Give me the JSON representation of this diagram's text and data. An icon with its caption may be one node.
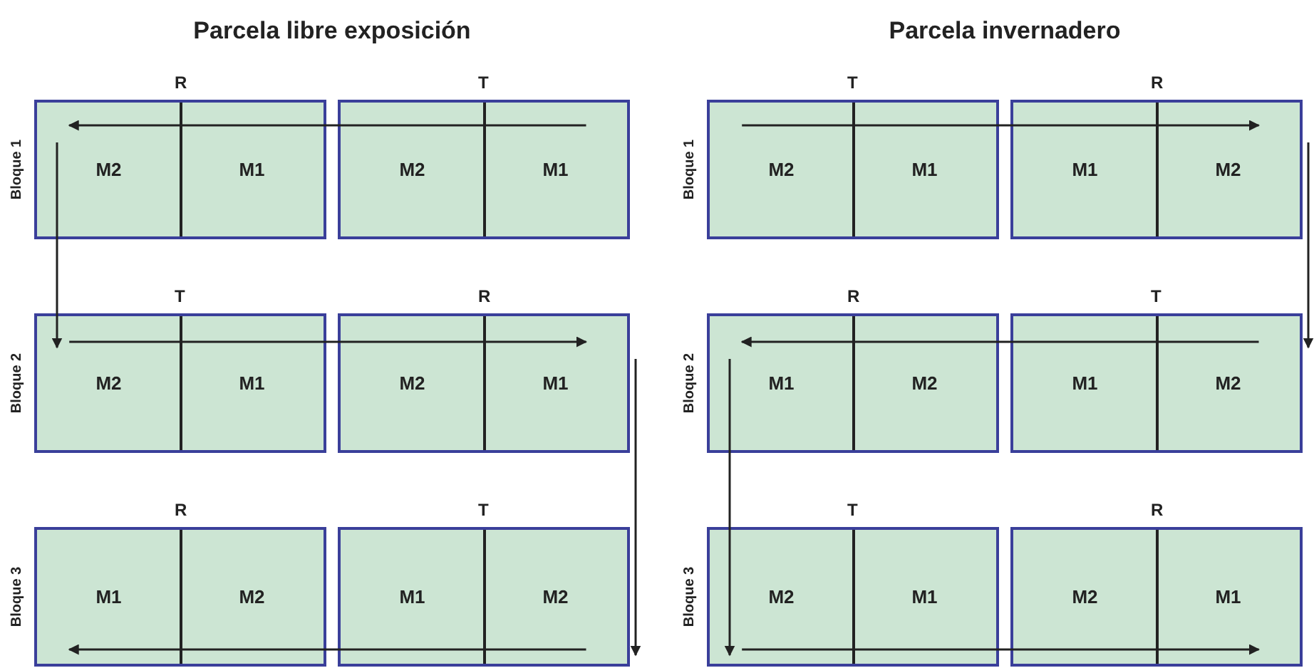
{
  "diagram": {
    "nodes": [
      {
        "text": [
          "R",
          "M2",
          "M1"
        ]
      },
      {
        "text": [
          "T",
          "M2",
          "M1"
        ]
      },
      {
        "text": [
          "T",
          "M2",
          "M1"
        ]
      },
      {
        "text": [
          "R",
          "M2",
          "M1"
        ]
      },
      {
        "text": [
          "R",
          "M1",
          "M2"
        ]
      },
      {
        "text": [
          "T",
          "M1",
          "M2"
        ]
      },
      {
        "text": [
          "T",
          "M2",
          "M1"
        ]
      },
      {
        "text": [
          "R",
          "M1",
          "M2"
        ]
      },
      {
        "text": [
          "R",
          "M1",
          "M2"
        ]
      },
      {
        "text": [
          "T",
          "M1",
          "M2"
        ]
      },
      {
        "text": [
          "T",
          "M2",
          "M1"
        ]
      },
      {
        "text": [
          "R",
          "M2",
          "M1"
        ]
      }
    ],
    "edges": [
      {
        "from": 1,
        "to": 0,
        "arrow": "to"
      },
      {
        "from": 0,
        "to": 2,
        "arrow": "to"
      },
      {
        "from": 2,
        "to": 3,
        "arrow": "to"
      },
      {
        "from": 3,
        "to": 5,
        "arrow": "to"
      },
      {
        "from": 5,
        "to": 4,
        "arrow": "to"
      },
      {
        "from": 6,
        "to": 7,
        "arrow": "to"
      },
      {
        "from": 7,
        "to": 9,
        "arrow": "to"
      },
      {
        "from": 9,
        "to": 8,
        "arrow": "to"
      },
      {
        "from": 8,
        "to": 10,
        "arrow": "to"
      },
      {
        "from": 10,
        "to": 11,
        "arrow": "to"
      }
    ],
    "labels": [
      "Parcela libre exposición",
      "Parcela invernadero",
      "Bloque 1",
      "Bloque 1",
      "Bloque 2",
      "Bloque 2",
      "Bloque 3",
      "Bloque 3"
    ]
  }
}
